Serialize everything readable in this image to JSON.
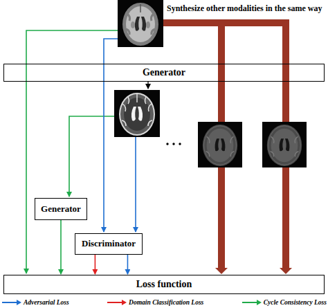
{
  "diagram": {
    "nodes": [
      {
        "text": [
          "Generator"
        ]
      },
      {
        "text": [
          "Generator"
        ]
      },
      {
        "text": [
          "Discriminator"
        ]
      },
      {
        "text": [
          "Loss function"
        ]
      }
    ],
    "edges": [
      {
        "from": 1,
        "to": 3,
        "arrow": "to"
      },
      {
        "from": 2,
        "to": 3,
        "arrow": "to"
      },
      {
        "from": 2,
        "to": 3,
        "arrow": "to"
      }
    ],
    "labels": [
      "Synthesize other modalities in the same way"
    ],
    "legend": [
      {
        "text": "Adversarial Loss"
      },
      {
        "text": "Domain Classification Loss"
      },
      {
        "text": "Cycle Consistency Loss"
      }
    ]
  }
}
